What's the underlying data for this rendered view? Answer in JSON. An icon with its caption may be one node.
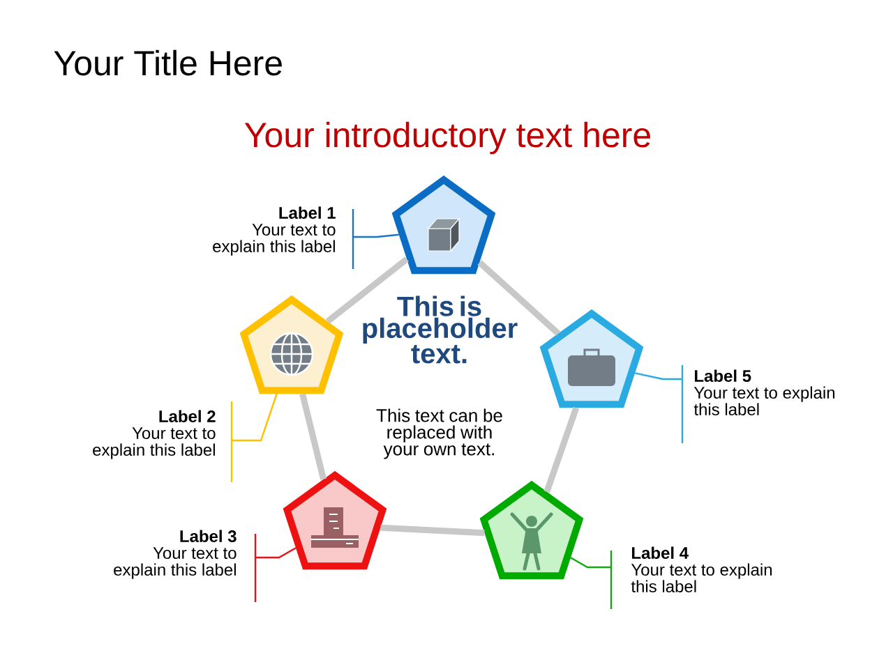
{
  "diagram": {
    "title": "Your Title Here",
    "nodes": [
      {
        "text": [],
        "shape": "pentagon"
      },
      {
        "text": [],
        "shape": "pentagon"
      },
      {
        "text": [],
        "shape": "pentagon"
      },
      {
        "text": [],
        "shape": "pentagon"
      },
      {
        "text": [],
        "shape": "pentagon"
      },
      {
        "text": [
          "Label 1",
          "Your text to explain this label"
        ]
      },
      {
        "text": [
          "Label 2",
          "Your text to explain this label"
        ]
      },
      {
        "text": [
          "Label 3",
          "Your text to explain this label"
        ]
      },
      {
        "text": [
          "Label 4",
          "Your text to explain this label"
        ]
      },
      {
        "text": [
          "Label 5",
          "Your text to explain this label"
        ]
      }
    ],
    "edges": [
      {
        "from": 0,
        "to": 1,
        "arrow": "none",
        "style": "thick",
        "color": "#c8c8c8"
      },
      {
        "from": 1,
        "to": 2,
        "arrow": "none",
        "style": "thick",
        "color": "#c8c8c8"
      },
      {
        "from": 2,
        "to": 3,
        "arrow": "none",
        "style": "thick",
        "color": "#c8c8c8"
      },
      {
        "from": 3,
        "to": 4,
        "arrow": "none",
        "style": "thick",
        "color": "#c8c8c8"
      },
      {
        "from": 4,
        "to": 0,
        "arrow": "none",
        "style": "thick",
        "color": "#c8c8c8"
      },
      {
        "from": 5,
        "to": 0,
        "arrow": "none",
        "color": "#1a75c9"
      },
      {
        "from": 6,
        "to": 1,
        "arrow": "none",
        "color": "#ffc000"
      },
      {
        "from": 7,
        "to": 2,
        "arrow": "none",
        "color": "#ee1111"
      },
      {
        "from": 8,
        "to": 3,
        "arrow": "none",
        "color": "#11aa11"
      },
      {
        "from": 9,
        "to": 4,
        "arrow": "none",
        "color": "#29abe2"
      }
    ],
    "labels": [
      "Your introductory text here",
      "This is placeholder text.",
      "This text can be replaced with your own text."
    ]
  }
}
